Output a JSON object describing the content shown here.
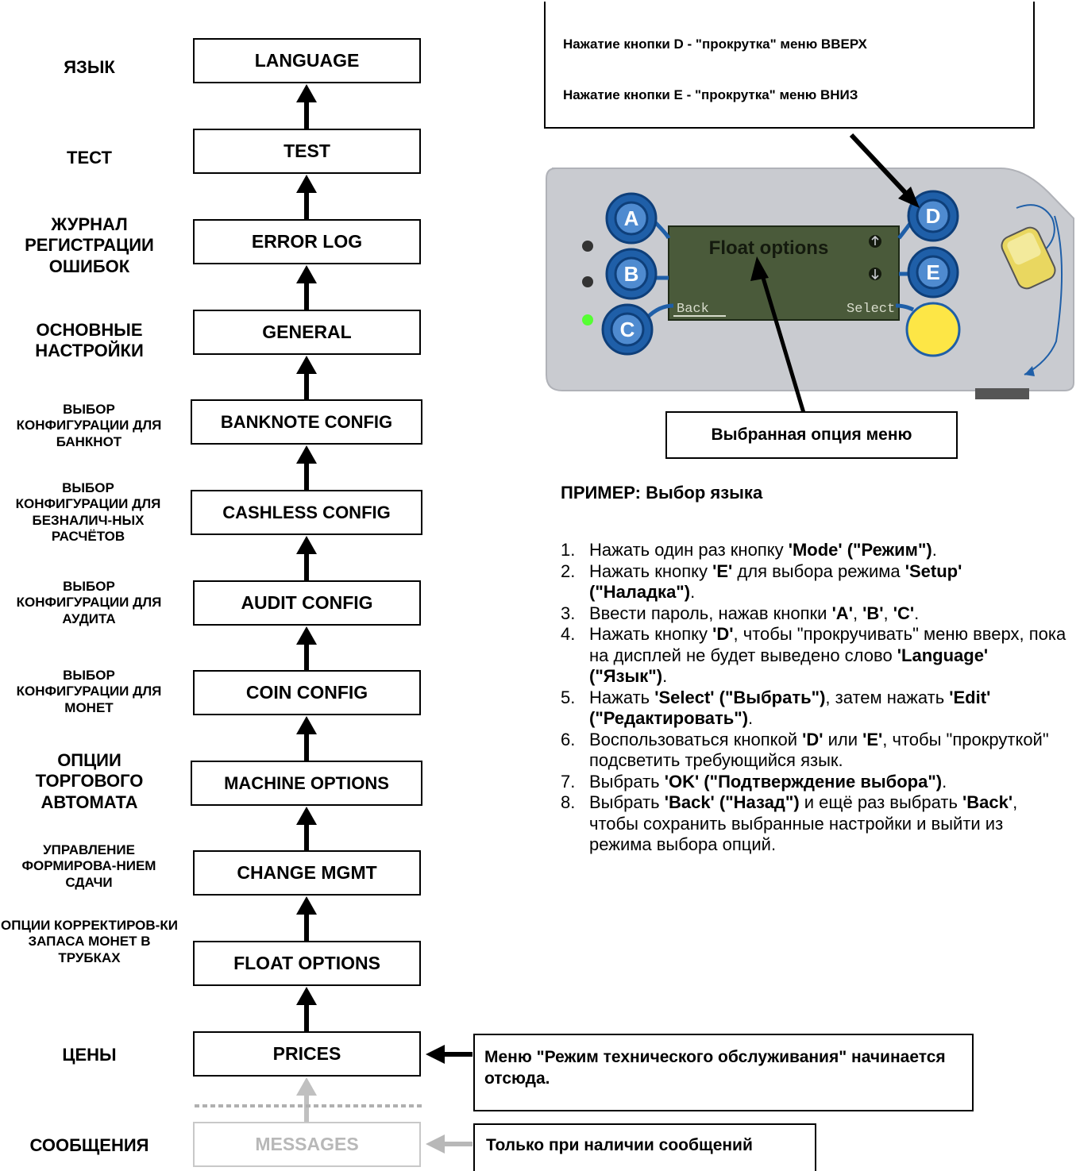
{
  "ru_labels": [
    "ЯЗЫК",
    "ТЕСТ",
    "ЖУРНАЛ РЕГИСТРАЦИИ ОШИБОК",
    "ОСНОВНЫЕ НАСТРОЙКИ",
    "ВЫБОР КОНФИГУРАЦИИ ДЛЯ БАНКНОТ",
    "ВЫБОР КОНФИГУРАЦИИ ДЛЯ БЕЗНАЛИЧ-НЫХ РАСЧЁТОВ",
    "ВЫБОР КОНФИГУРАЦИИ ДЛЯ АУДИТА",
    "ВЫБОР КОНФИГУРАЦИИ ДЛЯ МОНЕТ",
    "ОПЦИИ ТОРГОВОГО АВТОМАТА",
    "УПРАВЛЕНИЕ ФОРМИРОВА-НИЕМ СДАЧИ",
    "ОПЦИИ КОРРЕКТИРОВ-КИ ЗАПАСА МОНЕТ В ТРУБКАХ",
    "ЦЕНЫ",
    "СООБЩЕНИЯ"
  ],
  "menu_items": [
    "LANGUAGE",
    "TEST",
    "ERROR LOG",
    "GENERAL",
    "BANKNOTE CONFIG",
    "CASHLESS CONFIG",
    "AUDIT CONFIG",
    "COIN CONFIG",
    "MACHINE OPTIONS",
    "CHANGE MGMT",
    "FLOAT OPTIONS",
    "PRICES",
    "MESSAGES"
  ],
  "top_callout": {
    "line_up": "Нажатие кнопки D - \"прокрутка\" меню ВВЕРХ",
    "line_down": "Нажатие кнопки E - \"прокрутка\" меню ВНИЗ"
  },
  "device": {
    "buttons": [
      "A",
      "B",
      "C",
      "D",
      "E"
    ],
    "display_text": "Float options",
    "softkey_left": "Back",
    "softkey_right": "Select"
  },
  "selected_callout": "Выбранная опция меню",
  "example": {
    "title": "ПРИМЕР: Выбор языка",
    "steps": [
      {
        "n": "1.",
        "parts": [
          [
            "Нажать один раз кнопку ",
            false
          ],
          [
            "'Mode' (\"Режим\")",
            true
          ],
          [
            ".",
            false
          ]
        ]
      },
      {
        "n": "2.",
        "parts": [
          [
            "Нажать кнопку ",
            false
          ],
          [
            "'E'",
            true
          ],
          [
            " для выбора режима ",
            false
          ],
          [
            "'Setup' (\"Наладка\")",
            true
          ],
          [
            ".",
            false
          ]
        ]
      },
      {
        "n": "3.",
        "parts": [
          [
            "Ввести пароль, нажав кнопки ",
            false
          ],
          [
            "'A'",
            true
          ],
          [
            ", ",
            false
          ],
          [
            "'B'",
            true
          ],
          [
            ", ",
            false
          ],
          [
            "'C'",
            true
          ],
          [
            ".",
            false
          ]
        ]
      },
      {
        "n": "4.",
        "parts": [
          [
            "Нажать кнопку ",
            false
          ],
          [
            "'D'",
            true
          ],
          [
            ", чтобы \"прокручивать\" меню вверх, пока на дисплей не будет выведено слово ",
            false
          ],
          [
            "'Language' (\"Язык\")",
            true
          ],
          [
            ".",
            false
          ]
        ]
      },
      {
        "n": "5.",
        "parts": [
          [
            "Нажать ",
            false
          ],
          [
            "'Select' (\"Выбрать\")",
            true
          ],
          [
            ", затем нажать ",
            false
          ],
          [
            "'Edit' (\"Редактировать\")",
            true
          ],
          [
            ".",
            false
          ]
        ]
      },
      {
        "n": "6.",
        "parts": [
          [
            "Воспользоваться кнопкой ",
            false
          ],
          [
            "'D'",
            true
          ],
          [
            " или ",
            false
          ],
          [
            "'E'",
            true
          ],
          [
            ", чтобы \"прокруткой\" подсветить требующийся язык.",
            false
          ]
        ]
      },
      {
        "n": "7.",
        "parts": [
          [
            "Выбрать ",
            false
          ],
          [
            "'OK' (\"Подтверждение выбора\")",
            true
          ],
          [
            ".",
            false
          ]
        ]
      },
      {
        "n": "8.",
        "parts": [
          [
            "Выбрать ",
            false
          ],
          [
            "'Back' (\"Назад\")",
            true
          ],
          [
            " и ещё раз выбрать ",
            false
          ],
          [
            "'Back'",
            true
          ],
          [
            ", чтобы сохранить выбранные настройки и выйти из режима выбора опций.",
            false
          ]
        ]
      }
    ]
  },
  "service_callout": "Меню \"Режим технического обслуживания\" начинается отсюда.",
  "messages_callout": "Только при наличии сообщений",
  "colors": {
    "button_blue": "#1f5fa8",
    "display_green": "#4a5a3a",
    "select_yellow": "#fde646",
    "panel_grey": "#c9cbd0",
    "led_green": "#55ff33",
    "faded": "#c8c8c8"
  }
}
